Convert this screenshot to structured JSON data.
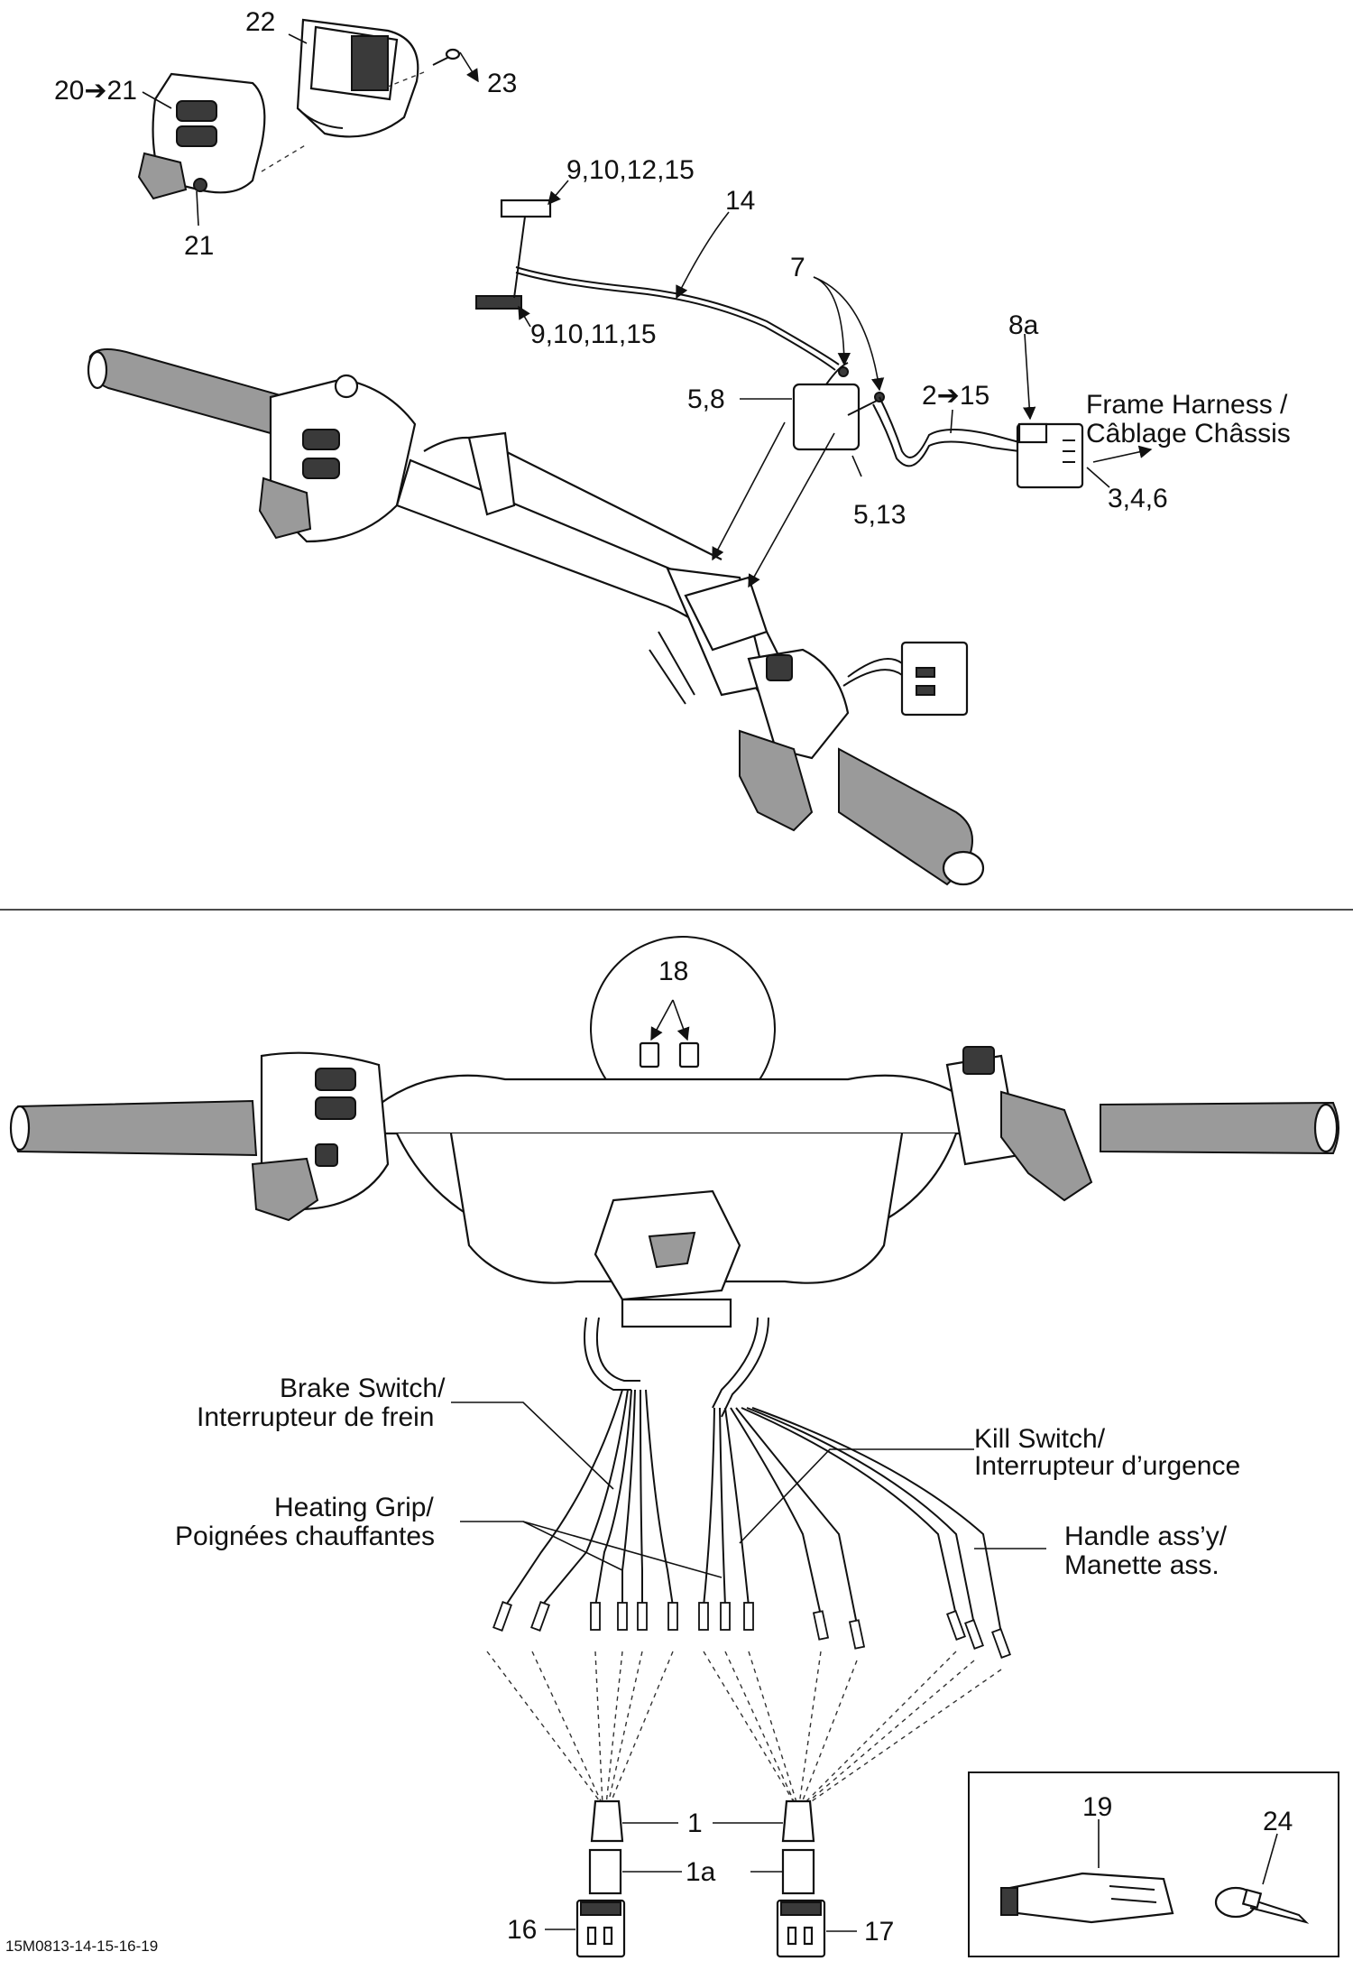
{
  "callouts": {
    "c22": "22",
    "c20_21": "20➔21",
    "c23": "23",
    "c21": "21",
    "c9_10_12_15": "9,10,12,15",
    "c14": "14",
    "c7": "7",
    "c9_10_11_15": "9,10,11,15",
    "c8a": "8a",
    "c5_8": "5,8",
    "c2_15": "2➔15",
    "c5_13": "5,13",
    "c3_4_6": "3,4,6",
    "c18": "18",
    "c1": "1",
    "c1a": "1a",
    "c16": "16",
    "c17": "17",
    "c19": "19",
    "c24": "24"
  },
  "labels": {
    "frame_harness_en": "Frame Harness /",
    "frame_harness_fr": "Câblage Châssis",
    "brake_switch_en": "Brake Switch/",
    "brake_switch_fr": "Interrupteur de frein",
    "kill_switch_en": "Kill Switch/",
    "kill_switch_fr": "Interrupteur d’urgence",
    "heating_grip_en": "Heating Grip/",
    "heating_grip_fr": "Poignées chauffantes",
    "handle_assy_en": "Handle ass’y/",
    "handle_assy_fr": "Manette ass."
  },
  "figure_id": "15M0813-14-15-16-19"
}
